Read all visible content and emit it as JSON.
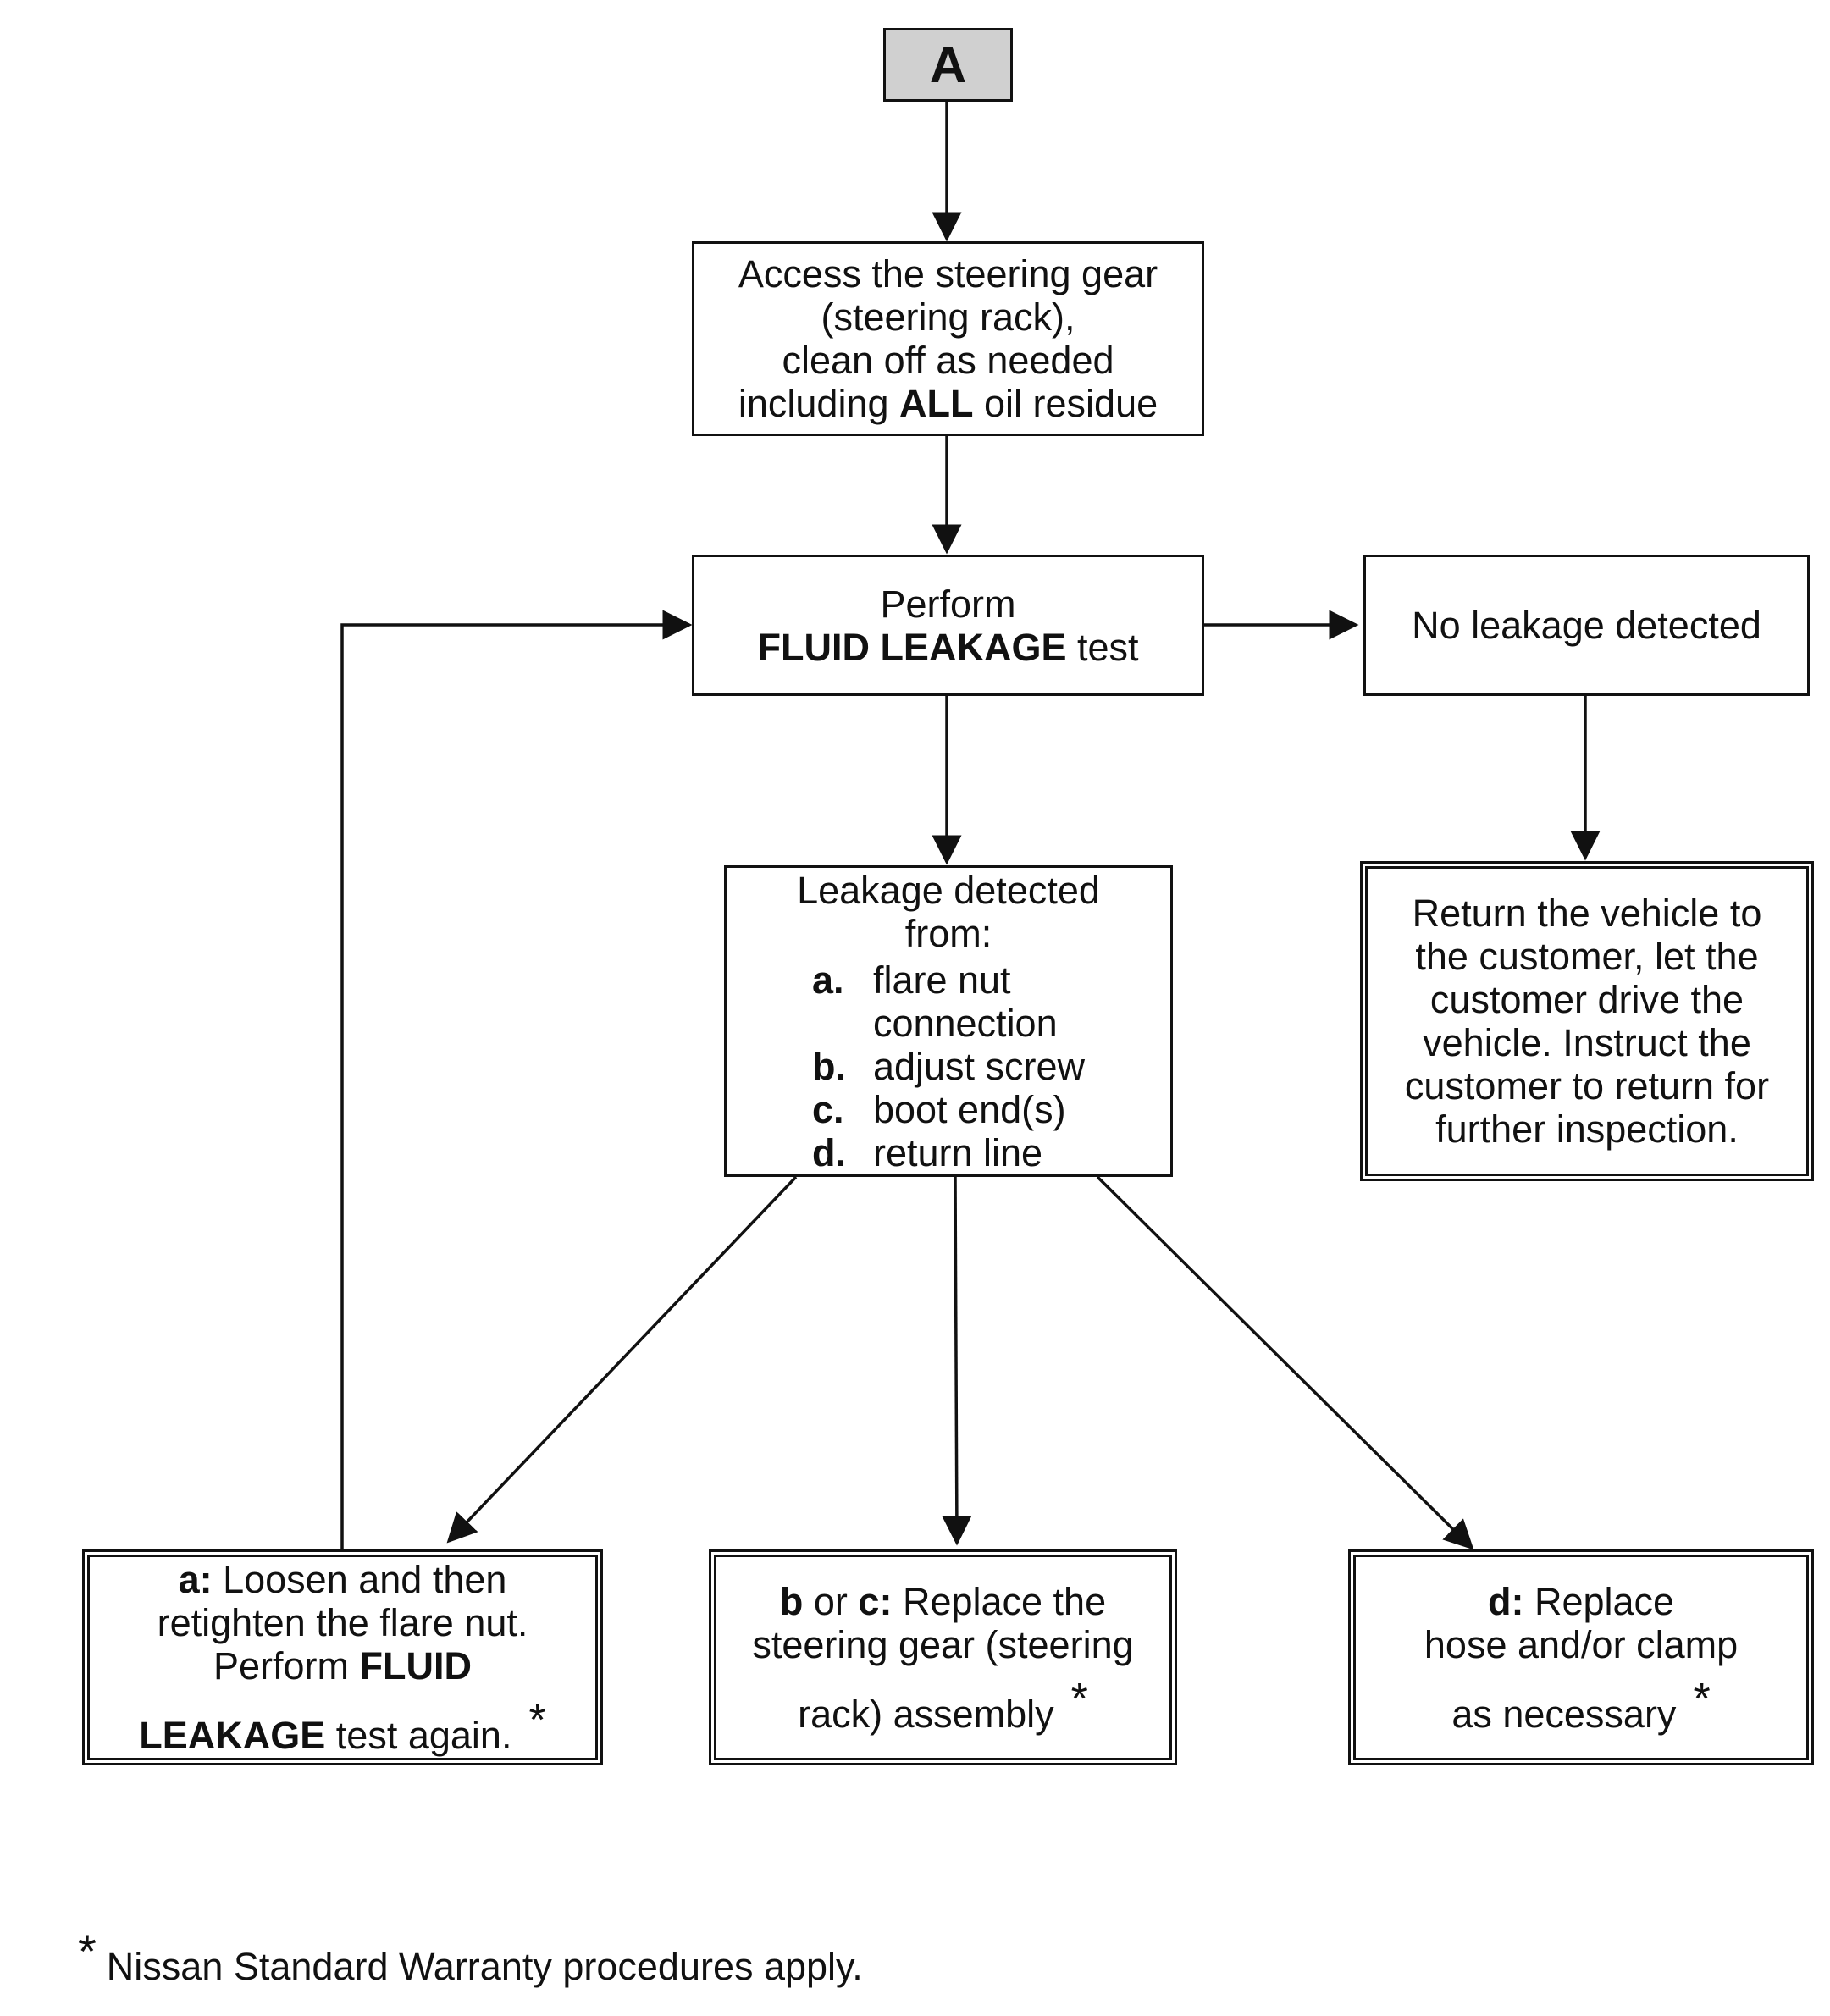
{
  "start": {
    "label": "A"
  },
  "access": {
    "line1": "Access the steering gear",
    "line2": "(steering rack),",
    "line3": "clean off as needed",
    "line4_pre": "including ",
    "line4_bold": "ALL",
    "line4_post": " oil residue"
  },
  "perform": {
    "line1": "Perform",
    "line2_bold": "FLUID LEAKAGE",
    "line2_post": " test"
  },
  "no_leak": {
    "label": "No leakage detected"
  },
  "leak": {
    "title1": "Leakage detected",
    "title2": "from:",
    "items": [
      {
        "key": "a.",
        "text": "flare nut",
        "text2": "connection"
      },
      {
        "key": "b.",
        "text": "adjust screw"
      },
      {
        "key": "c.",
        "text": "boot end(s)"
      },
      {
        "key": "d.",
        "text": "return line"
      }
    ]
  },
  "return_vehicle": {
    "line1": "Return the vehicle to",
    "line2": "the customer, let the",
    "line3": "customer drive the",
    "line4": "vehicle. Instruct the",
    "line5": "customer to return for",
    "line6": "further inspection."
  },
  "action_a": {
    "key": "a:",
    "line1": " Loosen and then",
    "line2": "retighten the flare nut.",
    "line3_pre": "Perform ",
    "line3_bold": "FLUID",
    "line4_bold": "LEAKAGE",
    "line4_post": " test again.",
    "asterisk": "*"
  },
  "action_bc": {
    "key1": "b",
    "or": " or ",
    "key2": "c:",
    "line1": " Replace the",
    "line2": "steering gear (steering",
    "line3": "rack) assembly",
    "asterisk": "*"
  },
  "action_d": {
    "key": "d:",
    "line1": " Replace",
    "line2": "hose and/or clamp",
    "line3": "as necessary",
    "asterisk": "*"
  },
  "footnote": {
    "star": "*",
    "text": "Nissan Standard Warranty procedures apply."
  }
}
